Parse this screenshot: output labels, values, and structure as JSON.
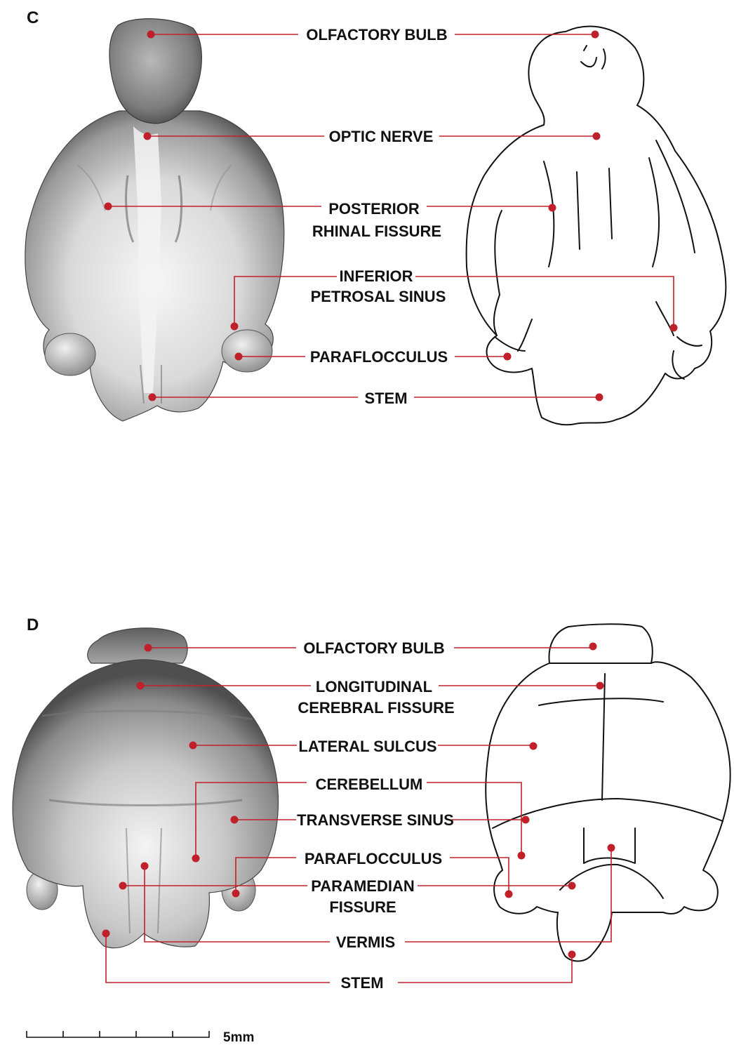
{
  "panels": [
    {
      "letter": "C",
      "labels": [
        {
          "lines": [
            "OLFACTORY BULB"
          ]
        },
        {
          "lines": [
            "OPTIC NERVE"
          ]
        },
        {
          "lines": [
            "POSTERIOR",
            "RHINAL FISSURE"
          ]
        },
        {
          "lines": [
            "INFERIOR",
            "PETROSAL SINUS"
          ]
        },
        {
          "lines": [
            "PARAFLOCCULUS"
          ]
        },
        {
          "lines": [
            "STEM"
          ]
        }
      ]
    },
    {
      "letter": "D",
      "labels": [
        {
          "lines": [
            "OLFACTORY BULB"
          ]
        },
        {
          "lines": [
            "LONGITUDINAL",
            "CEREBRAL FISSURE"
          ]
        },
        {
          "lines": [
            "LATERAL SULCUS"
          ]
        },
        {
          "lines": [
            "CEREBELLUM"
          ]
        },
        {
          "lines": [
            "TRANSVERSE SINUS"
          ]
        },
        {
          "lines": [
            "PARAFLOCCULUS"
          ]
        },
        {
          "lines": [
            "PARAMEDIAN",
            "FISSURE"
          ]
        },
        {
          "lines": [
            "VERMIS"
          ]
        },
        {
          "lines": [
            "STEM"
          ]
        }
      ]
    }
  ],
  "scale_bar": {
    "label": "5mm"
  },
  "colors": {
    "leader": "#c0202a",
    "ink": "#111111"
  }
}
